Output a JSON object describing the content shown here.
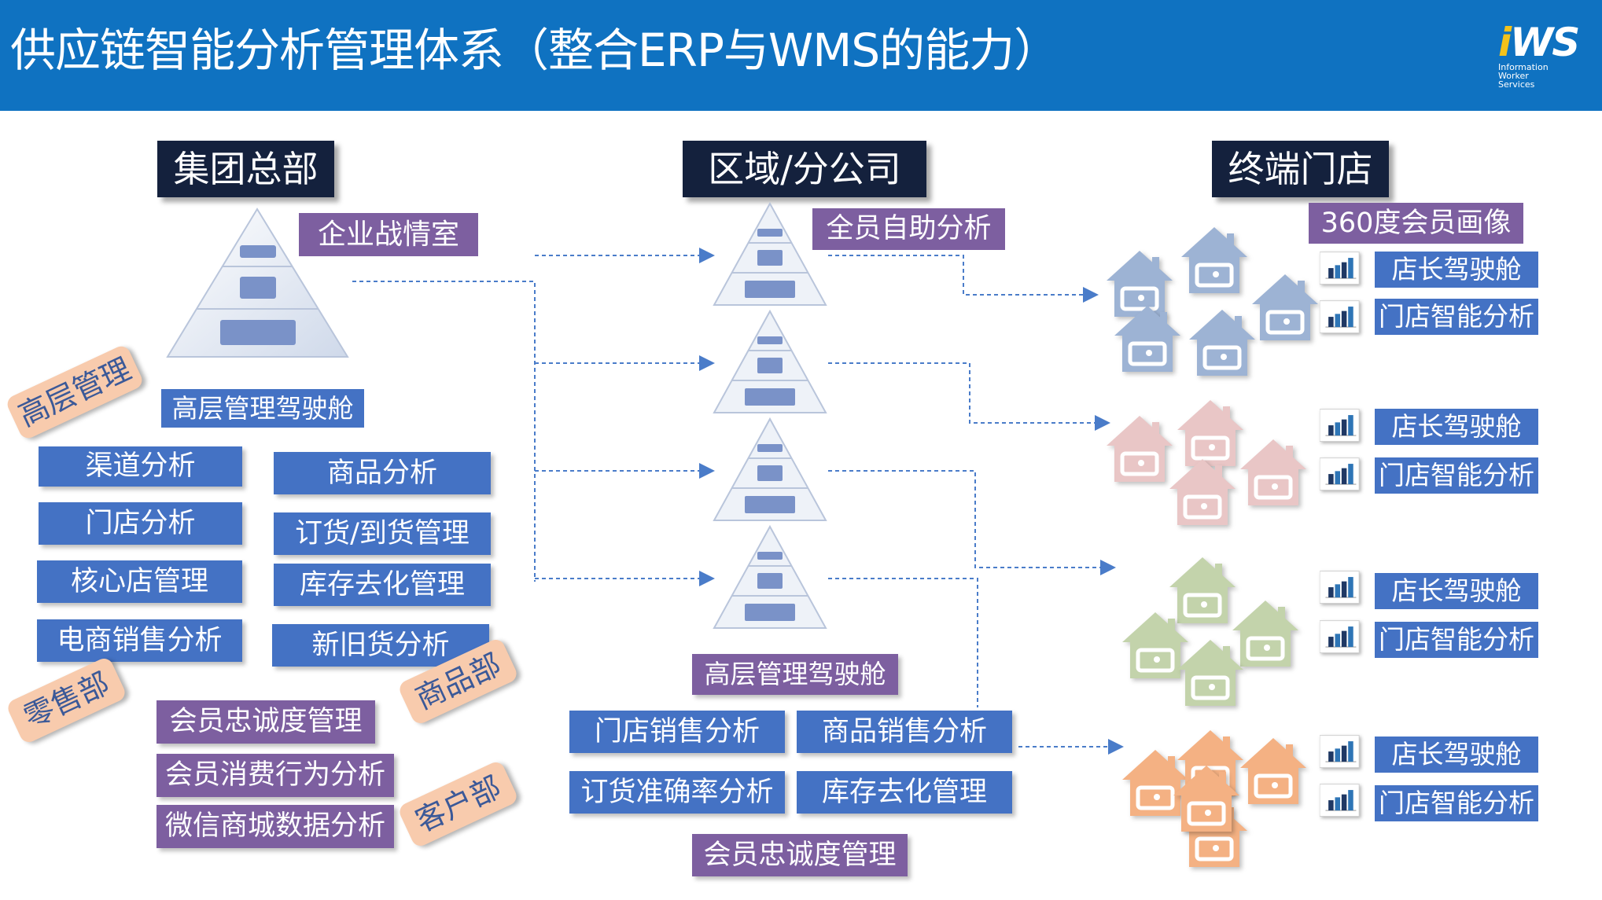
{
  "header": {
    "title": "供应链智能分析管理体系（整合ERP与WMS的能力）",
    "bg_color": "#0f72c1",
    "logo_mark_i": "i",
    "logo_mark_ws": "WS",
    "logo_sub": [
      "Information",
      "Worker",
      "Services"
    ]
  },
  "columns": {
    "group_hq": "集团总部",
    "region": "区域/分公司",
    "store": "终端门店"
  },
  "hq": {
    "war_room": "企业战情室",
    "exec_cockpit": "高层管理驾驶舱",
    "left_items": [
      "渠道分析",
      "门店分析",
      "核心店管理",
      "电商销售分析"
    ],
    "right_items": [
      "商品分析",
      "订货/到货管理",
      "库存去化管理",
      "新旧货分析"
    ],
    "member_items": [
      "会员忠诚度管理",
      "会员消费行为分析",
      "微信商城数据分析"
    ],
    "tags": {
      "senior": "高层管理",
      "retail": "零售部",
      "merch": "商品部",
      "customer": "客户部"
    }
  },
  "region": {
    "self_service": "全员自助分析",
    "exec_cockpit": "高层管理驾驶舱",
    "grid": [
      "门店销售分析",
      "商品销售分析",
      "订货准确率分析",
      "库存去化管理"
    ],
    "loyalty": "会员忠诚度管理"
  },
  "store": {
    "portrait": "360度会员画像",
    "groups": [
      {
        "cockpit": "店长驾驶舱",
        "analysis": "门店智能分析",
        "house_color": "#9db3d4"
      },
      {
        "cockpit": "店长驾驶舱",
        "analysis": "门店智能分析",
        "house_color": "#e9c6c6"
      },
      {
        "cockpit": "店长驾驶舱",
        "analysis": "门店智能分析",
        "house_color": "#c3d3ab"
      },
      {
        "cockpit": "店长驾驶舱",
        "analysis": "门店智能分析",
        "house_color": "#f4b183"
      }
    ]
  },
  "colors": {
    "header_box": "#14213d",
    "blue_box": "#4472c4",
    "purple_box": "#7d5fa0",
    "tag": "#f8cbad",
    "connector": "#4a7cc9"
  }
}
